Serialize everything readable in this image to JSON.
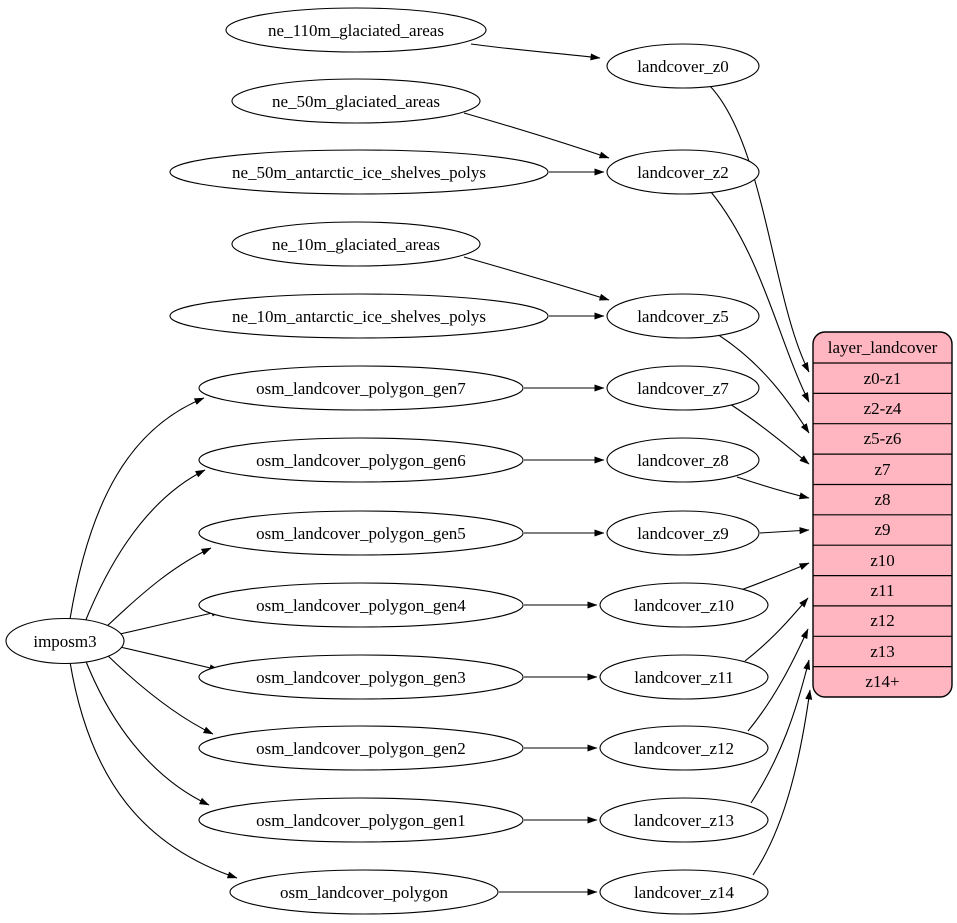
{
  "diagram": {
    "type": "graphviz-dependency-graph",
    "background_color": "#ffffff",
    "node_fill": "#ffffff",
    "node_stroke": "#000000",
    "edge_color": "#000000",
    "table_fill": "#ffb6c1"
  },
  "nodes": {
    "imposm3": "imposm3",
    "ne_110m_glaciated_areas": "ne_110m_glaciated_areas",
    "ne_50m_glaciated_areas": "ne_50m_glaciated_areas",
    "ne_50m_antarctic_ice_shelves_polys": "ne_50m_antarctic_ice_shelves_polys",
    "ne_10m_glaciated_areas": "ne_10m_glaciated_areas",
    "ne_10m_antarctic_ice_shelves_polys": "ne_10m_antarctic_ice_shelves_polys",
    "osm_landcover_polygon_gen7": "osm_landcover_polygon_gen7",
    "osm_landcover_polygon_gen6": "osm_landcover_polygon_gen6",
    "osm_landcover_polygon_gen5": "osm_landcover_polygon_gen5",
    "osm_landcover_polygon_gen4": "osm_landcover_polygon_gen4",
    "osm_landcover_polygon_gen3": "osm_landcover_polygon_gen3",
    "osm_landcover_polygon_gen2": "osm_landcover_polygon_gen2",
    "osm_landcover_polygon_gen1": "osm_landcover_polygon_gen1",
    "osm_landcover_polygon": "osm_landcover_polygon",
    "landcover_z0": "landcover_z0",
    "landcover_z2": "landcover_z2",
    "landcover_z5": "landcover_z5",
    "landcover_z7": "landcover_z7",
    "landcover_z8": "landcover_z8",
    "landcover_z9": "landcover_z9",
    "landcover_z10": "landcover_z10",
    "landcover_z11": "landcover_z11",
    "landcover_z12": "landcover_z12",
    "landcover_z13": "landcover_z13",
    "landcover_z14": "landcover_z14"
  },
  "table": {
    "title": "layer_landcover",
    "rows": [
      "z0-z1",
      "z2-z4",
      "z5-z6",
      "z7",
      "z8",
      "z9",
      "z10",
      "z11",
      "z12",
      "z13",
      "z14+"
    ]
  },
  "edges": [
    {
      "from": "imposm3",
      "to": "osm_landcover_polygon_gen7"
    },
    {
      "from": "imposm3",
      "to": "osm_landcover_polygon_gen6"
    },
    {
      "from": "imposm3",
      "to": "osm_landcover_polygon_gen5"
    },
    {
      "from": "imposm3",
      "to": "osm_landcover_polygon_gen4"
    },
    {
      "from": "imposm3",
      "to": "osm_landcover_polygon_gen3"
    },
    {
      "from": "imposm3",
      "to": "osm_landcover_polygon_gen2"
    },
    {
      "from": "imposm3",
      "to": "osm_landcover_polygon_gen1"
    },
    {
      "from": "imposm3",
      "to": "osm_landcover_polygon"
    },
    {
      "from": "ne_110m_glaciated_areas",
      "to": "landcover_z0"
    },
    {
      "from": "ne_50m_glaciated_areas",
      "to": "landcover_z2"
    },
    {
      "from": "ne_50m_antarctic_ice_shelves_polys",
      "to": "landcover_z2"
    },
    {
      "from": "ne_10m_glaciated_areas",
      "to": "landcover_z5"
    },
    {
      "from": "ne_10m_antarctic_ice_shelves_polys",
      "to": "landcover_z5"
    },
    {
      "from": "osm_landcover_polygon_gen7",
      "to": "landcover_z7"
    },
    {
      "from": "osm_landcover_polygon_gen6",
      "to": "landcover_z8"
    },
    {
      "from": "osm_landcover_polygon_gen5",
      "to": "landcover_z9"
    },
    {
      "from": "osm_landcover_polygon_gen4",
      "to": "landcover_z10"
    },
    {
      "from": "osm_landcover_polygon_gen3",
      "to": "landcover_z11"
    },
    {
      "from": "osm_landcover_polygon_gen2",
      "to": "landcover_z12"
    },
    {
      "from": "osm_landcover_polygon_gen1",
      "to": "landcover_z13"
    },
    {
      "from": "osm_landcover_polygon",
      "to": "landcover_z14"
    },
    {
      "from": "landcover_z0",
      "to": "layer_landcover.z0-z1"
    },
    {
      "from": "landcover_z2",
      "to": "layer_landcover.z2-z4"
    },
    {
      "from": "landcover_z5",
      "to": "layer_landcover.z5-z6"
    },
    {
      "from": "landcover_z7",
      "to": "layer_landcover.z7"
    },
    {
      "from": "landcover_z8",
      "to": "layer_landcover.z8"
    },
    {
      "from": "landcover_z9",
      "to": "layer_landcover.z9"
    },
    {
      "from": "landcover_z10",
      "to": "layer_landcover.z10"
    },
    {
      "from": "landcover_z11",
      "to": "layer_landcover.z11"
    },
    {
      "from": "landcover_z12",
      "to": "layer_landcover.z12"
    },
    {
      "from": "landcover_z13",
      "to": "layer_landcover.z13"
    },
    {
      "from": "landcover_z14",
      "to": "layer_landcover.z14+"
    }
  ]
}
